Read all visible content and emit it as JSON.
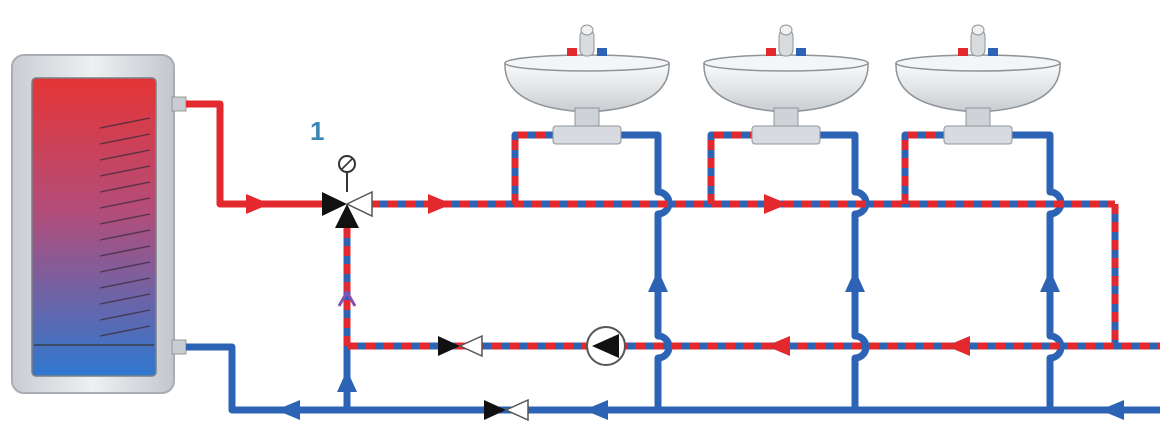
{
  "diagram": {
    "valve_label": "1",
    "colors": {
      "hot": "#e3282e",
      "cold": "#2d63b5",
      "mixed_arrow": "#8a4fb3",
      "label": "#3a86b4",
      "sink": "#e6e8ea",
      "tank_frame": "#d9dde1"
    },
    "components": [
      {
        "name": "hot-water-storage-tank"
      },
      {
        "name": "thermostatic-mixing-valve",
        "label_ref": "valve_label"
      },
      {
        "name": "circulation-pump"
      },
      {
        "name": "check-valve",
        "count": 2
      },
      {
        "name": "washbasin",
        "count": 3
      }
    ],
    "icons": [
      "tank-icon",
      "mixing-valve-icon",
      "thermostat-icon",
      "pump-icon",
      "check-valve-icon",
      "washbasin-icon",
      "faucet-icon",
      "flow-arrow-icon"
    ]
  }
}
